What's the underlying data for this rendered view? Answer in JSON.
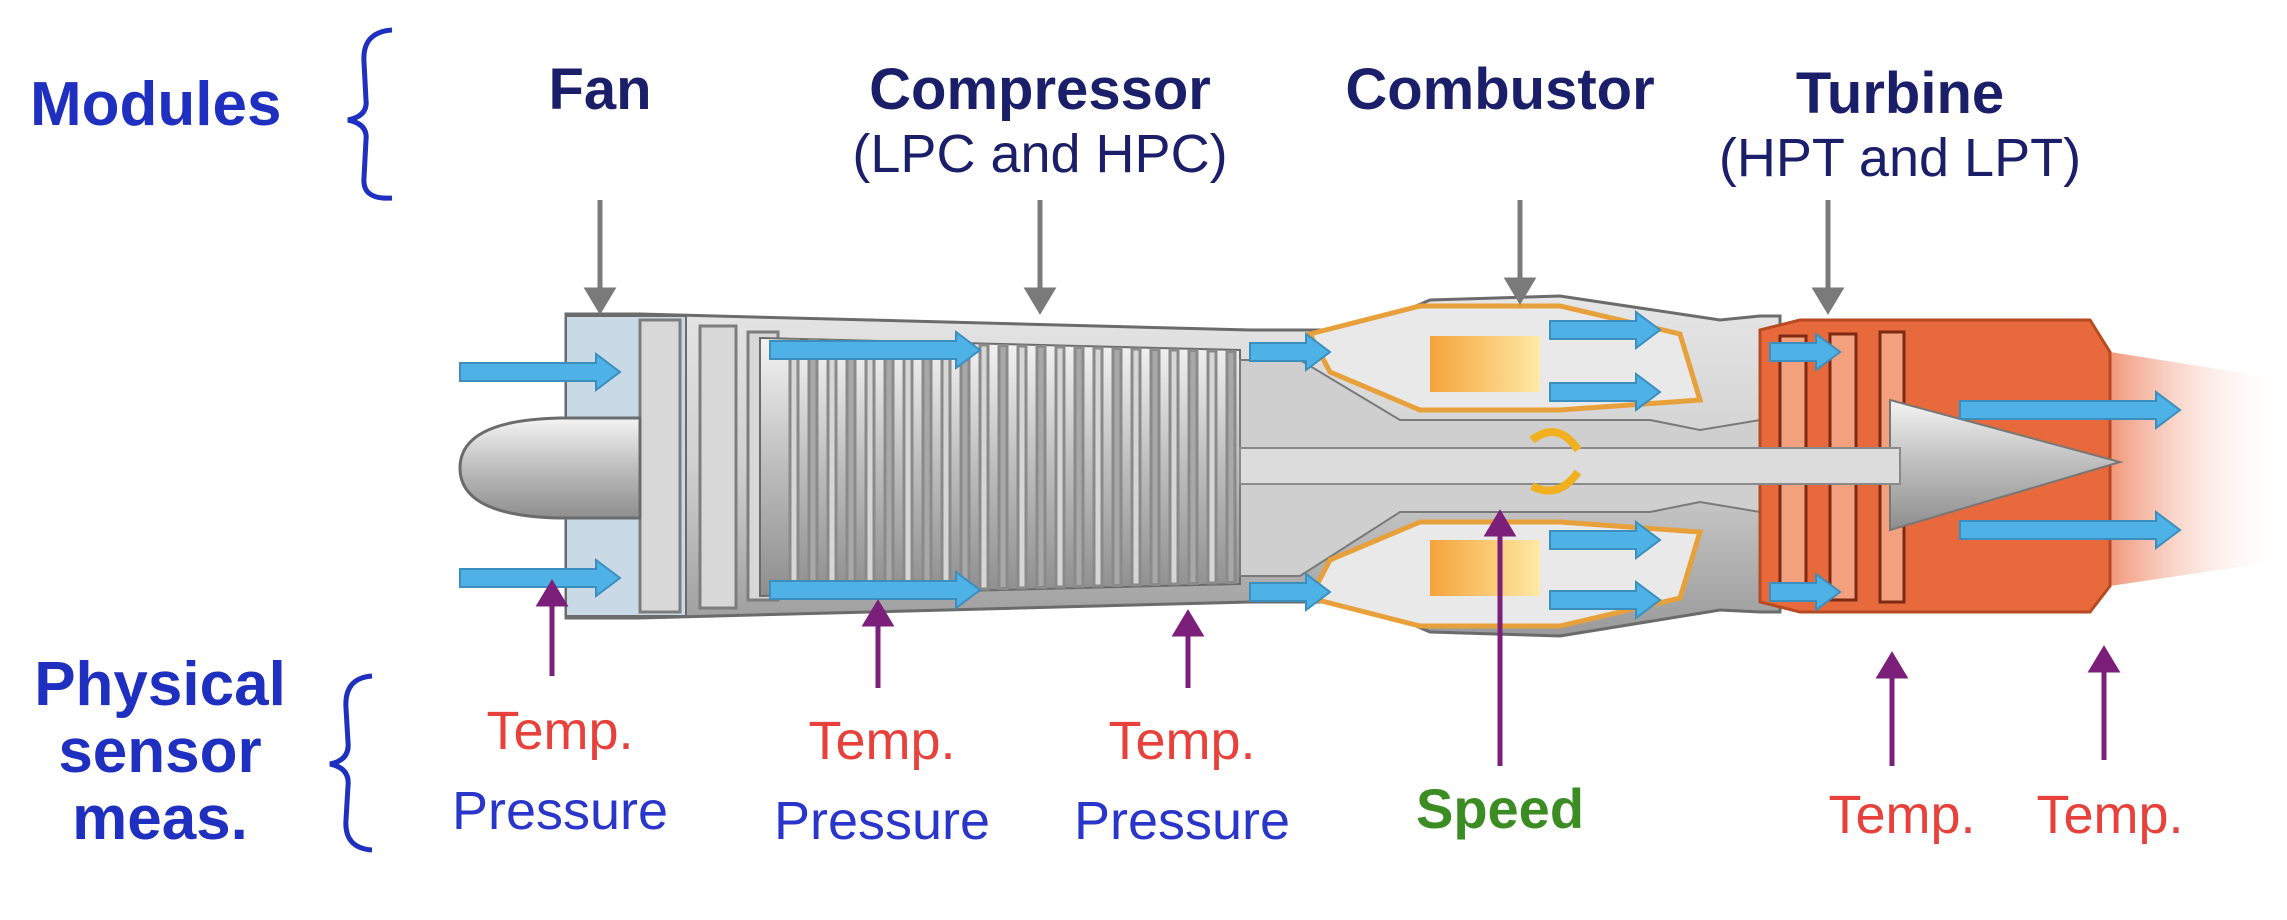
{
  "left_labels": {
    "modules": "Modules",
    "physical_sensor": [
      "Physical",
      "sensor",
      "meas."
    ]
  },
  "modules": [
    {
      "name": "Fan",
      "sub": ""
    },
    {
      "name": "Compressor",
      "sub": "(LPC and HPC)"
    },
    {
      "name": "Combustor",
      "sub": ""
    },
    {
      "name": "Turbine",
      "sub": "(HPT and LPT)"
    }
  ],
  "sensors": [
    {
      "temp": "Temp.",
      "pressure": "Pressure"
    },
    {
      "temp": "Temp.",
      "pressure": "Pressure"
    },
    {
      "temp": "Temp.",
      "pressure": "Pressure"
    },
    {
      "speed": "Speed"
    },
    {
      "temp": "Temp."
    },
    {
      "temp": "Temp."
    }
  ],
  "colors": {
    "label_blue": "#1f2fbf",
    "module_navy": "#1b1f6a",
    "temp_red": "#e8403a",
    "speed_green": "#3c8c24",
    "sensor_arrow_purple": "#7b1f7a",
    "module_arrow_gray": "#7a7a7a",
    "airflow_blue": "#4fb2e6",
    "hot_section_orange": "#e86a3c"
  }
}
